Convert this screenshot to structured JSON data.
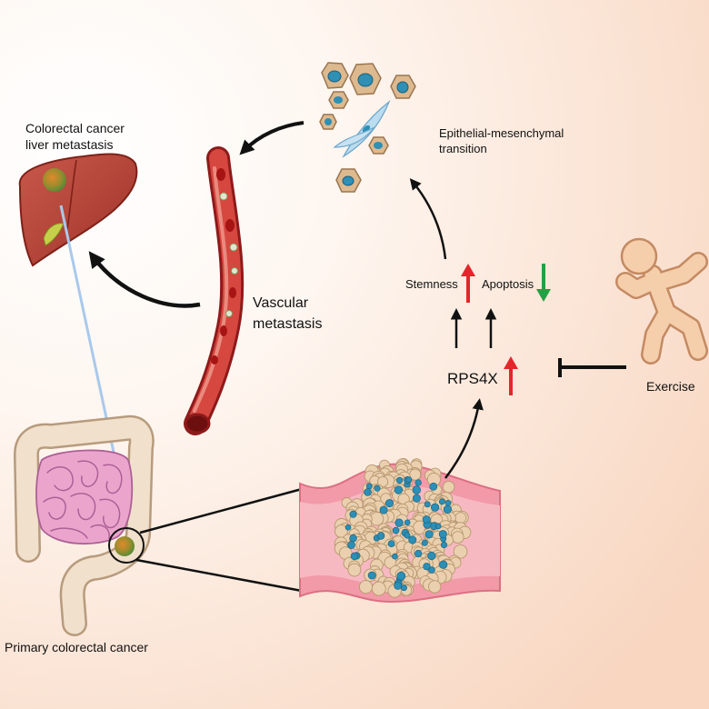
{
  "labels": {
    "liver": [
      "Colorectal cancer",
      "liver metastasis"
    ],
    "emt": [
      "Epithelial-mesenchymal",
      "transition"
    ],
    "vascular": [
      "Vascular",
      "metastasis"
    ],
    "stemness": "Stemness",
    "apoptosis": "Apoptosis",
    "rps4x": "RPS4X",
    "exercise": "Exercise",
    "primary": "Primary colorectal cancer"
  },
  "indicators": {
    "stemness": "up",
    "apoptosis": "down",
    "rps4x": "up"
  },
  "colors": {
    "up_arrow": "#e3262b",
    "down_arrow": "#23a043",
    "background_center": "#ffffff",
    "background_edge": "#f8d6c0"
  }
}
